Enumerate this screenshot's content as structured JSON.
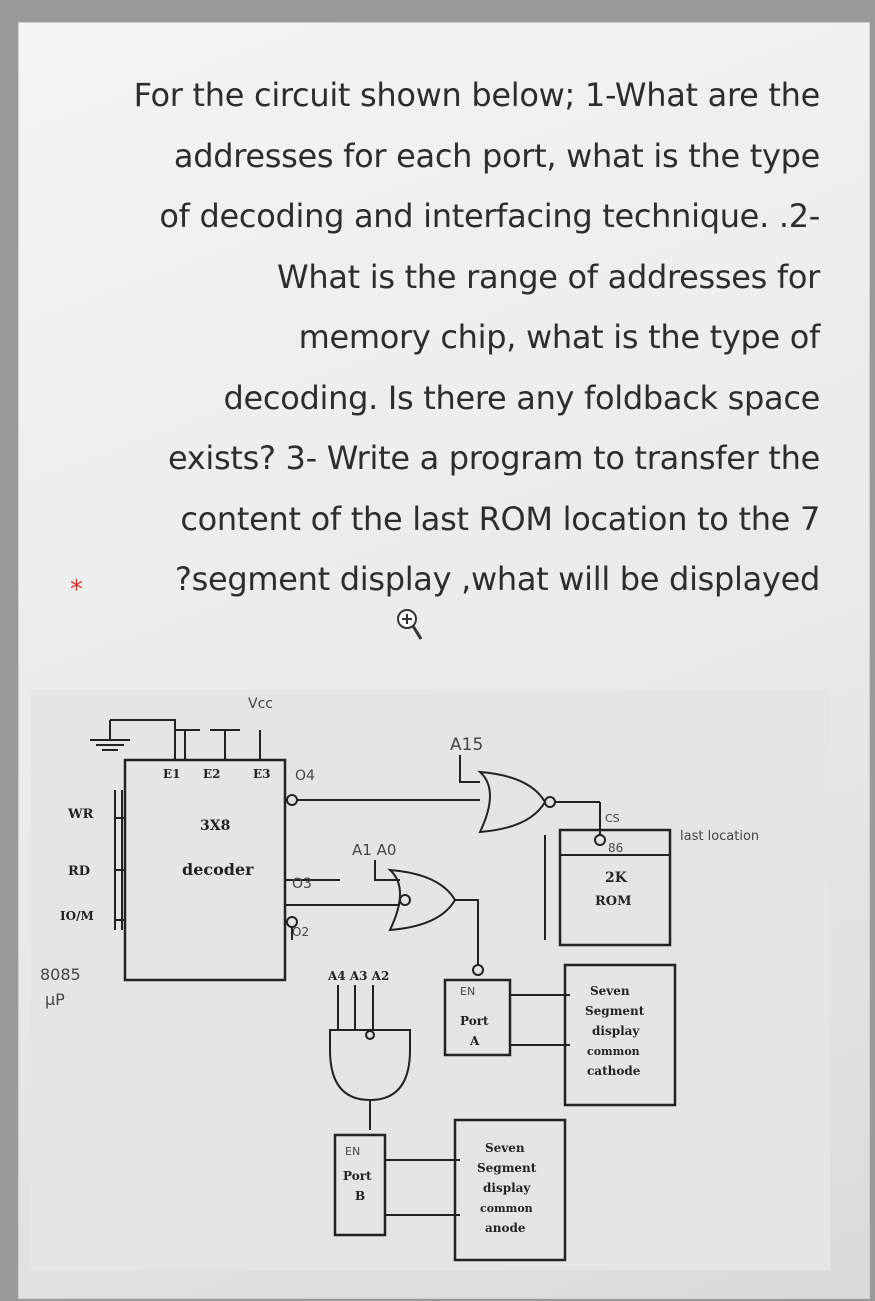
{
  "question": {
    "lines": [
      "For the circuit shown below; 1-What are the",
      "addresses for each port, what is the type",
      "of decoding and interfacing technique. .2-",
      "What is the range of addresses for",
      "memory chip, what is the type of",
      "decoding. Is there any foldback space",
      "exists? 3- Write a program to transfer the",
      "content of the last ROM location to the 7",
      "?segment display ,what will be displayed"
    ],
    "required_marker": "*"
  },
  "circuit": {
    "vcc": "Vcc",
    "e1": "E1",
    "e2": "E2",
    "e3": "E3",
    "decoder_size": "3X8",
    "decoder_label": "decoder",
    "o4": "O4",
    "o3": "O3",
    "o2": "O2",
    "wr": "WR",
    "rd": "RD",
    "iom": "IO/M",
    "cpu_line1": "8085",
    "cpu_line2": "µP",
    "a15": "A15",
    "a1a0": "A1 A0",
    "a4a3a2": "A4 A3 A2",
    "cs": "CS",
    "addr_86": "86",
    "rom_size": "2K",
    "rom_label": "ROM",
    "last_location": "last location",
    "port_a_en": "EN",
    "port_a_label": "Port",
    "port_a_letter": "A",
    "port_b_en": "EN",
    "port_b_label": "Port",
    "port_b_letter": "B",
    "seg1": [
      "Seven",
      "Segment",
      "display",
      "common",
      "cathode"
    ],
    "seg2": [
      "Seven",
      "Segment",
      "display",
      "common",
      "anode"
    ]
  },
  "icons": {
    "zoom": "zoom-in-icon"
  }
}
